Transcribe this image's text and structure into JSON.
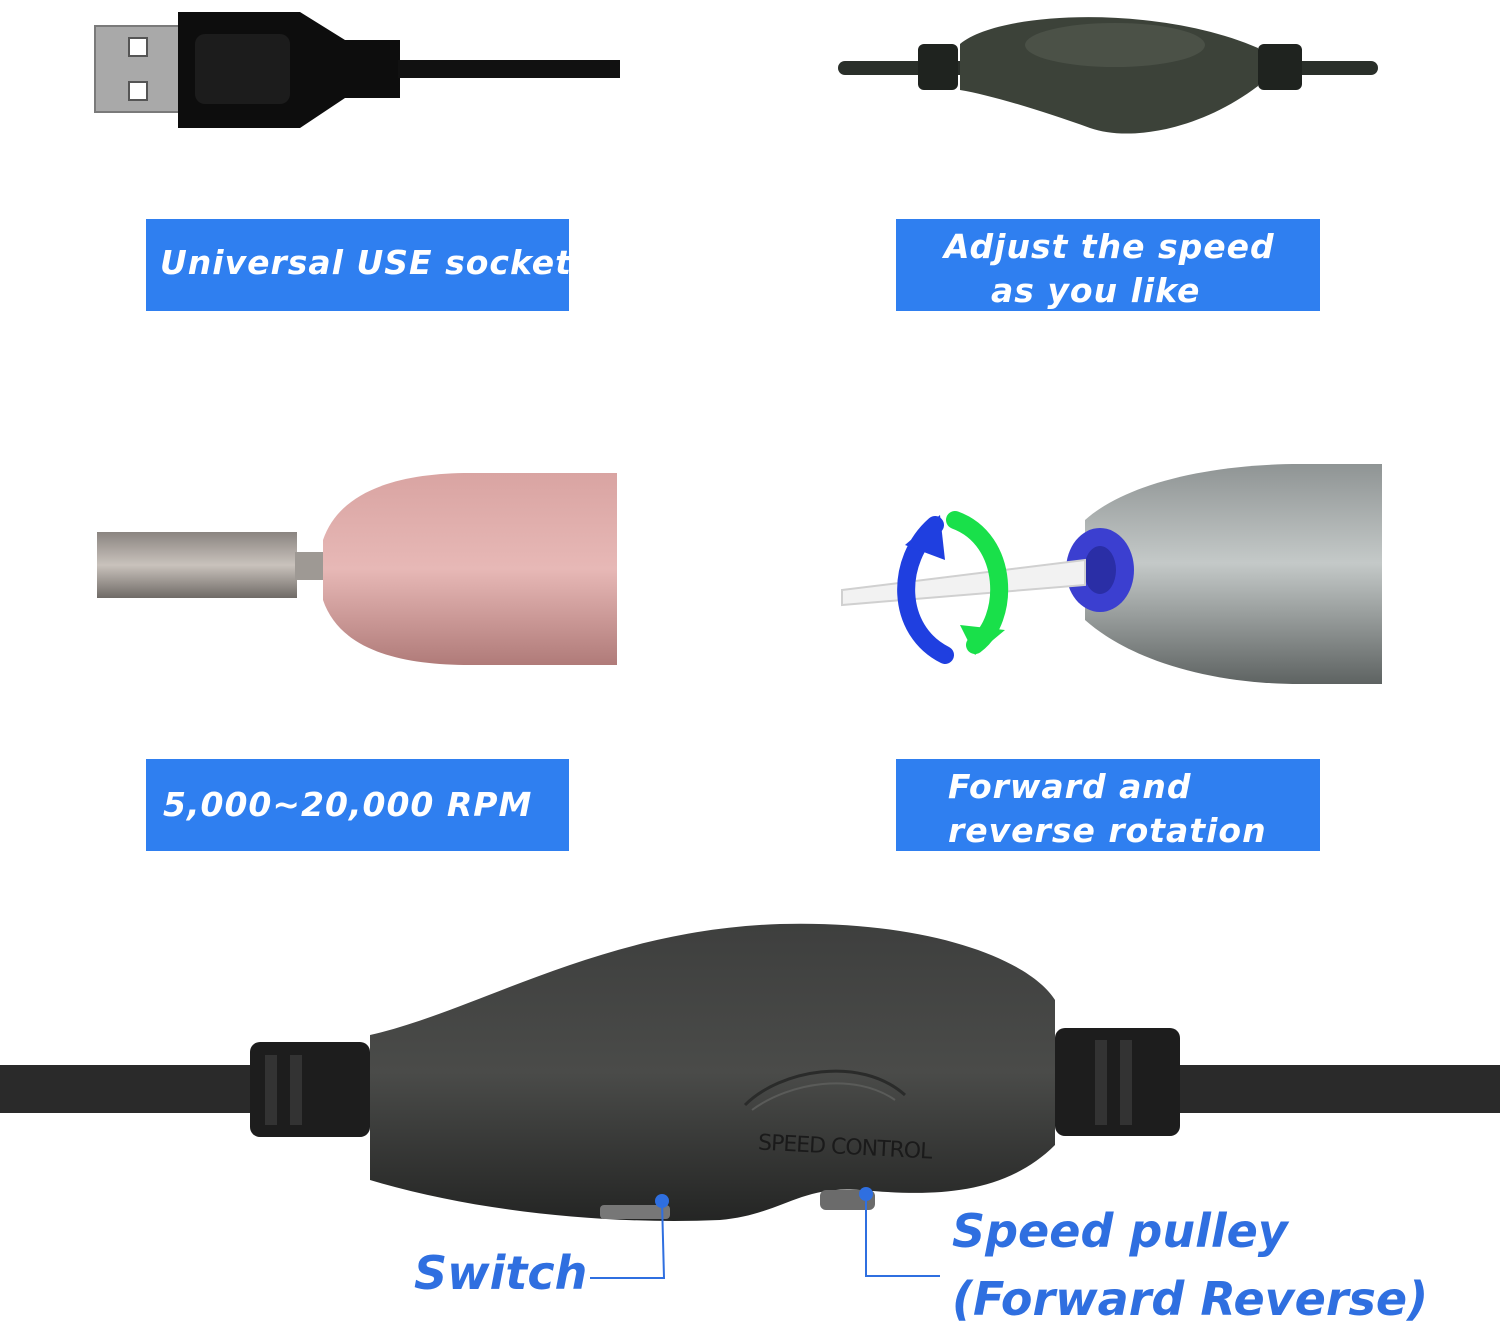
{
  "labels": {
    "usb": "Universal USE socket",
    "speed_line1": "Adjust the speed",
    "speed_line2": "as you like",
    "rpm": "5,000~20,000 RPM",
    "rotation_line1": "Forward and",
    "rotation_line2": "reverse rotation"
  },
  "controller": {
    "embossed_text": "SPEED CONTROL",
    "switch_callout": "Switch",
    "pulley_callout_line1": "Speed pulley",
    "pulley_callout_line2": "(Forward Reverse)"
  },
  "colors": {
    "label_background": "#2f7ff0",
    "label_text": "#ffffff",
    "callout_text": "#2f6fe0",
    "rotation_arrow_blue": "#1f3fe0",
    "rotation_arrow_green": "#19e04a"
  },
  "icons": [
    "usb-plug-icon",
    "inline-speed-controller-icon",
    "pink-drill-handpiece-icon",
    "silver-drill-rotation-icon",
    "large-speed-controller-icon"
  ]
}
